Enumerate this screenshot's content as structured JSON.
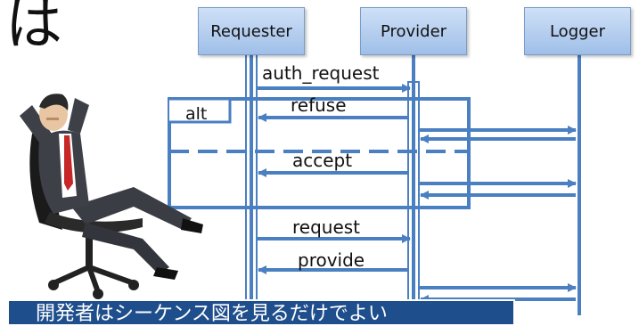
{
  "header_char": "は",
  "lifelines": [
    "Requester",
    "Provider",
    "Logger"
  ],
  "messages": {
    "auth_request": "auth_request",
    "refuse": "refuse",
    "accept": "accept",
    "request": "request",
    "provide": "provide"
  },
  "fragment": {
    "operator": "alt"
  },
  "caption": "開発者はシーケンス図を見るだけでよい",
  "colors": {
    "line": "#4a7fc1",
    "box_top": "#cfe0f7",
    "box_bottom": "#9fbfe8",
    "caption_bg": "#1f4e8c"
  }
}
